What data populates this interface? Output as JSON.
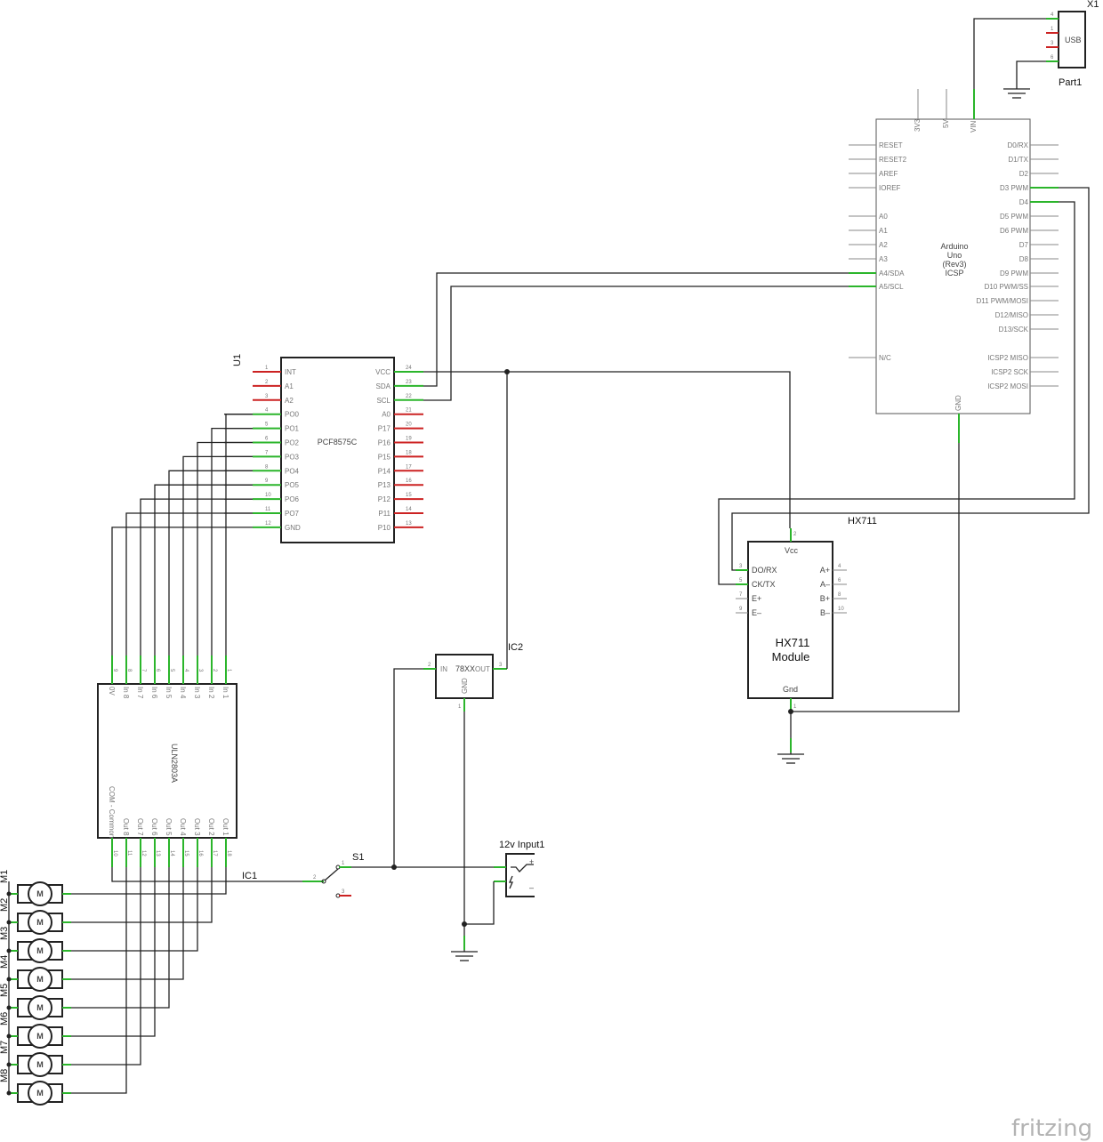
{
  "usb": {
    "name": "X1",
    "label": "USB",
    "part_name": "Part1",
    "pins": [
      "4",
      "1",
      "3",
      "6"
    ]
  },
  "arduino": {
    "name_lines": [
      "Arduino",
      "Uno",
      "(Rev3)",
      "ICSP"
    ],
    "top_pins": [
      "3V3",
      "5V",
      "VIN"
    ],
    "gnd_label": "GND",
    "left_pins": [
      "RESET",
      "RESET2",
      "AREF",
      "IOREF",
      "A0",
      "A1",
      "A2",
      "A3",
      "A4/SDA",
      "A5/SCL",
      "N/C"
    ],
    "right_pins": [
      "D0/RX",
      "D1/TX",
      "D2",
      "D3 PWM",
      "D4",
      "D5 PWM",
      "D6 PWM",
      "D7",
      "D8",
      "D9 PWM",
      "D10 PWM/SS",
      "D11 PWM/MOSI",
      "D12/MISO",
      "D13/SCK",
      "ICSP2 MISO",
      "ICSP2 SCK",
      "ICSP2 MOSI"
    ]
  },
  "pcf": {
    "name": "U1",
    "label": "PCF8575C",
    "left_pins": [
      "INT",
      "A1",
      "A2",
      "PO0",
      "PO1",
      "PO2",
      "PO3",
      "PO4",
      "PO5",
      "PO6",
      "PO7",
      "GND"
    ],
    "left_nums": [
      "1",
      "2",
      "3",
      "4",
      "5",
      "6",
      "7",
      "8",
      "9",
      "10",
      "11",
      "12"
    ],
    "right_pins": [
      "VCC",
      "SDA",
      "SCL",
      "A0",
      "P17",
      "P16",
      "P15",
      "P14",
      "P13",
      "P12",
      "P11",
      "P10"
    ],
    "right_nums": [
      "24",
      "23",
      "22",
      "21",
      "20",
      "19",
      "18",
      "17",
      "16",
      "15",
      "14",
      "13"
    ]
  },
  "hx711": {
    "name": "HX711",
    "label_line1": "HX711",
    "label_line2": "Module",
    "vcc": "Vcc",
    "gnd": "Gnd",
    "vcc_num": "2",
    "gnd_num": "1",
    "left_pins": [
      "DO/RX",
      "CK/TX",
      "E+",
      "E–"
    ],
    "left_nums": [
      "3",
      "5",
      "7",
      "9"
    ],
    "right_pins": [
      "A+",
      "A–",
      "B+",
      "B–"
    ],
    "right_nums": [
      "4",
      "6",
      "8",
      "10"
    ]
  },
  "regulator": {
    "name": "IC2",
    "label": "78XX",
    "in": "IN",
    "out": "OUT",
    "gnd": "GND",
    "in_num": "2",
    "out_num": "3",
    "gnd_num": "1"
  },
  "uln": {
    "name": "IC1",
    "label": "ULN2803A",
    "top_pins": [
      "0V",
      "In 8",
      "In 7",
      "In 6",
      "In 5",
      "In 4",
      "In 3",
      "In 2",
      "In 1"
    ],
    "top_nums": [
      "9",
      "8",
      "7",
      "6",
      "5",
      "4",
      "3",
      "2",
      "1"
    ],
    "bottom_pins": [
      "COM - Common",
      "Out 8",
      "Out 7",
      "Out 6",
      "Out 5",
      "Out 4",
      "Out 3",
      "Out 2",
      "Out 1"
    ],
    "bottom_nums": [
      "10",
      "11",
      "12",
      "13",
      "14",
      "15",
      "16",
      "17",
      "18"
    ]
  },
  "switch": {
    "name": "S1",
    "pins": [
      "1",
      "2",
      "3"
    ]
  },
  "power": {
    "name": "12v Input1",
    "plus": "+",
    "minus": "–"
  },
  "motors": {
    "names": [
      "M1",
      "M2",
      "M3",
      "M4",
      "M5",
      "M6",
      "M7",
      "M8"
    ],
    "symbol": "M"
  },
  "logo": "fritzing"
}
